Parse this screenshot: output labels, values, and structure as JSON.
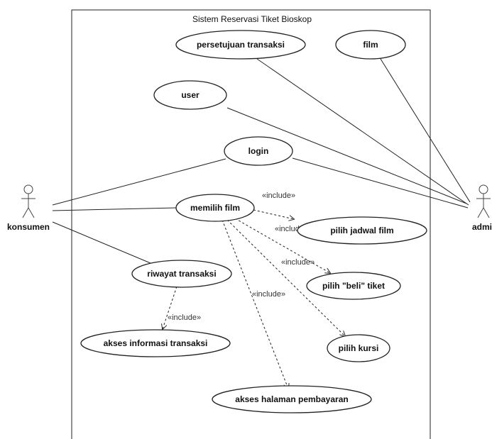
{
  "system": {
    "title": "Sistem Reservasi Tiket Bioskop"
  },
  "actors": {
    "konsumen": "konsumen",
    "admin": "admin"
  },
  "use_cases": {
    "persetujuan_transaksi": "persetujuan transaksi",
    "film": "film",
    "user": "user",
    "login": "login",
    "memilih_film": "memilih film",
    "pilih_jadwal_film": "pilih jadwal film",
    "pilih_beli_tiket": "pilih \"beli\" tiket",
    "riwayat_transaksi": "riwayat transaksi",
    "akses_informasi_transaksi": "akses informasi transaksi",
    "pilih_kursi": "pilih kursi",
    "akses_halaman_pembayaran": "akses halaman pembayaran"
  },
  "include_label": "«include»"
}
